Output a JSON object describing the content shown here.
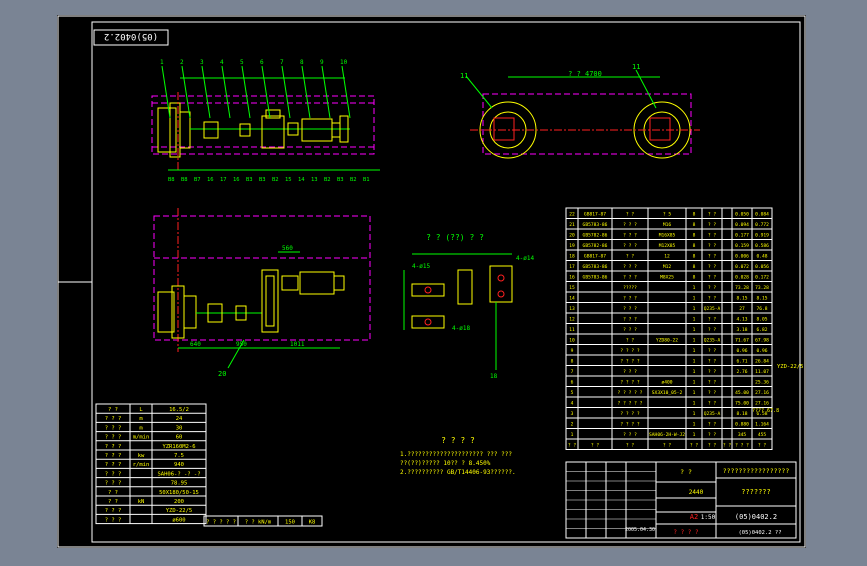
{
  "colors": {
    "backdrop": "#7a8494",
    "sheet": "#000000",
    "frame": "#ffffff",
    "yellow": "#ffff00",
    "magenta": "#ff00ff",
    "green": "#00ff00",
    "red": "#ff2020",
    "cyan": "#00ffff"
  },
  "drawing_number_rotated": "(05)0402.2",
  "top_view": {
    "callouts": [
      "1",
      "2",
      "3",
      "4",
      "5",
      "6",
      "7",
      "8",
      "9",
      "10"
    ],
    "bottom_labels": [
      "B8",
      "B8",
      "B7",
      "16",
      "17",
      "16",
      "B3",
      "B3",
      "B2",
      "15",
      "14",
      "13",
      "B2",
      "B3",
      "B2",
      "B1"
    ]
  },
  "pulley_view": {
    "span_label": "? ? 4700",
    "callout_left": "11",
    "callout_right": "11"
  },
  "detail_view": {
    "title": "? ? (??) ? ?",
    "labels": [
      "4-ø15",
      "4-ø14",
      "4-ø18",
      "18"
    ]
  },
  "side_view": {
    "callout": "20",
    "dims": [
      "640",
      "950",
      "1011",
      "560"
    ]
  },
  "tech_requirements": {
    "heading": "? ? ? ?",
    "lines": [
      "1.????????????????????? ???  ???",
      "  ??(??)????? 10??   ?  8.450%",
      "2.??????????  GB/T14406-93??????."
    ]
  },
  "params_table": {
    "rows": [
      [
        "? ?",
        "L",
        "16.5/2"
      ],
      [
        "? ? ?",
        "m",
        "24"
      ],
      [
        "? ? ?",
        "m",
        "30"
      ],
      [
        "? ? ?",
        "m/min",
        "60"
      ],
      [
        "? ? ?",
        "",
        "YZR160M2-6"
      ],
      [
        "? ? ?",
        "kw",
        "7.5"
      ],
      [
        "? ? ?",
        "r/min",
        "940"
      ],
      [
        "? ? ?",
        "",
        "SAH06-? -? -? "
      ],
      [
        "? ? ?",
        "",
        "78.95"
      ],
      [
        "? ?",
        "",
        "50X180/50-15"
      ],
      [
        "? ?",
        "kN",
        "200"
      ],
      [
        "? ? ?",
        "",
        "YZD-22/5"
      ],
      [
        "? ? ?",
        "",
        "ø600"
      ]
    ],
    "footer": [
      "? ? ? ? ?",
      "? ?  kN/m",
      "150",
      "K8"
    ]
  },
  "parts_list": {
    "rows": [
      [
        "22",
        "GB817-87",
        "? ?",
        "? 5",
        "8",
        "? ?",
        "",
        "0.050",
        "0.084"
      ],
      [
        "21",
        "GB5783-86",
        "? ? ?",
        "M16",
        "8",
        "? ?",
        "",
        "0.094",
        "0.772"
      ],
      [
        "20",
        "GB5782-86",
        "? ? ?",
        "M16X85",
        "8",
        "? ?",
        "",
        "0.177",
        "0.919"
      ],
      [
        "19",
        "GB5782-86",
        "? ? ?",
        "M12X85",
        "8",
        "? ?",
        "",
        "0.159",
        "0.586"
      ],
      [
        "18",
        "GB817-87",
        "? ?",
        "12",
        "8",
        "? ?",
        "",
        "0.006",
        "0.48"
      ],
      [
        "17",
        "GB5783-86",
        "? ? ?",
        "M12",
        "8",
        "? ?",
        "",
        "0.072",
        "0.056"
      ],
      [
        "16",
        "GB5783-86",
        "? ? ?",
        "M8X25",
        "8",
        "? ?",
        "",
        "0.028",
        "0.172"
      ],
      [
        "15",
        "",
        "?????",
        "",
        "1",
        "? ?",
        "",
        "73.28",
        "73.28"
      ],
      [
        "14",
        "",
        "? ? ?",
        "",
        "1",
        "? ?",
        "",
        "8.15",
        "8.15"
      ],
      [
        "13",
        "",
        "? ? ?",
        "",
        "1",
        "Q235-A",
        "",
        "27",
        "76.8"
      ],
      [
        "12",
        "",
        "? ? ?",
        "",
        "1",
        "? ?",
        "",
        "4.13",
        "8.05"
      ],
      [
        "11",
        "",
        "? ? ?",
        "",
        "1",
        "? ?",
        "",
        "3.18",
        "6.82"
      ],
      [
        "10",
        "",
        "? ?",
        "YZD80-22",
        "1",
        "Q235-A",
        "",
        "71.67",
        "67.98"
      ],
      [
        "9",
        "",
        "? ? ? ?",
        "",
        "1",
        "? ?",
        "",
        "0.96",
        "0.96"
      ],
      [
        "8",
        "",
        "? ? ? ?",
        "",
        "1",
        "? ?",
        "",
        "6.71",
        "26.84"
      ],
      [
        "7",
        "",
        "? ? ?",
        "",
        "1",
        "? ?",
        "",
        "2.76",
        "11.07"
      ],
      [
        "6",
        "",
        "? ? ? ?",
        "ø400",
        "1",
        "? ?",
        "",
        "",
        "25.36"
      ],
      [
        "5",
        "",
        "? ? ? ? ?",
        "SX3X10_05-2",
        "1",
        "? ?",
        "",
        "45.00",
        "27.16"
      ],
      [
        "4",
        "",
        "? ? ? ? ?",
        "",
        "1",
        "? ?",
        "",
        "75.00",
        "27.16"
      ],
      [
        "3",
        "",
        "? ? ? ?",
        "",
        "1",
        "Q235-A",
        "",
        "8.18",
        "6.58"
      ],
      [
        "2",
        "",
        "? ? ? ?",
        "",
        "1",
        "? ?",
        "",
        "0.880",
        "1.164"
      ],
      [
        "1",
        "",
        "? ? ?",
        "SAH06-2H-W-J2",
        "1",
        "? ?",
        "",
        "345",
        "455"
      ]
    ],
    "header": [
      "? ?",
      "? ?",
      "? ?",
      "? ?",
      "? ?",
      "? ?",
      "? ?",
      "? ? ?",
      "? ?"
    ],
    "side_note": "YZD-22/5",
    "side_note2": "???? 67.8"
  },
  "title_block": {
    "drawing_title": "?????????????????",
    "drawing_name": "???????",
    "scale": "1:50",
    "sheet_size": "A2",
    "mass": "2440",
    "drawing_no": "(05)0402.2",
    "date": "2005.04.30",
    "sheet_note": "? ? ? ?",
    "project": "? ?",
    "footer_no": "(05)0402.2 ??"
  }
}
